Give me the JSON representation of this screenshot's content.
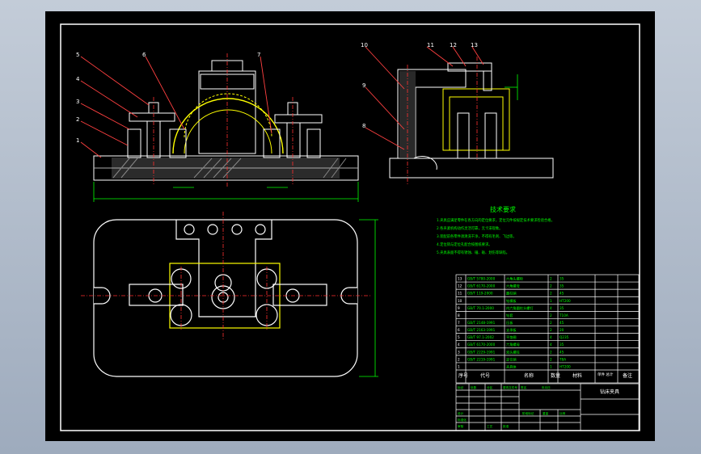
{
  "colors": {
    "background": "#000000",
    "line": "#ffffff",
    "accent_yellow": "#ffff00",
    "accent_red": "#ff3030",
    "accent_green": "#00ff00",
    "accent_cyan": "#00ffff",
    "accent_magenta": "#ff00ff",
    "leader_red": "#ff4040"
  },
  "balloons_left": [
    "5",
    "4",
    "3",
    "2",
    "1",
    "6",
    "7"
  ],
  "balloons_right": [
    "10",
    "9",
    "8",
    "11",
    "12",
    "13"
  ],
  "technical_requirements": {
    "title": "技术要求",
    "lines": [
      "1.夹具应满足零件在各方向的定位要求，定位元件按规定技术要求检验合格。",
      "2.各夹紧机构动作灵活可靠，无卡滞现象。",
      "3.装配前各零件须清洗干净，不得有毛刺、飞边等。",
      "4.定位销与定位孔配合按图纸要求。",
      "5.夹具表面不得有锈蚀、磕、碰、划伤等缺陷。"
    ]
  },
  "bom_header": {
    "no": "序号",
    "code": "代号",
    "name": "名称",
    "qty": "数量",
    "material": "材料",
    "weight": "单件 总计",
    "note": "备注"
  },
  "bom_rows": [
    {
      "no": "13",
      "code": "GB/T 5780-2000",
      "name": "六角头螺栓",
      "qty": "2",
      "material": "35",
      "note": ""
    },
    {
      "no": "12",
      "code": "GB/T 6170-2000",
      "name": "六角螺母",
      "qty": "2",
      "material": "35",
      "note": ""
    },
    {
      "no": "11",
      "code": "GB/T 119-2000",
      "name": "圆柱销",
      "qty": "2",
      "material": "45",
      "note": ""
    },
    {
      "no": "10",
      "code": "",
      "name": "钻模板",
      "qty": "1",
      "material": "HT200",
      "note": ""
    },
    {
      "no": "9",
      "code": "GB/T 70.1-2000",
      "name": "内六角圆柱头螺钉",
      "qty": "4",
      "material": "35",
      "note": ""
    },
    {
      "no": "8",
      "code": "",
      "name": "钻套",
      "qty": "2",
      "material": "T10A",
      "note": ""
    },
    {
      "no": "7",
      "code": "GB/T 2148-1991",
      "name": "压板",
      "qty": "2",
      "material": "45",
      "note": ""
    },
    {
      "no": "6",
      "code": "GB/T 2163-1991",
      "name": "支承板",
      "qty": "2",
      "material": "20",
      "note": ""
    },
    {
      "no": "5",
      "code": "GB/T 97.1-2002",
      "name": "平垫圈",
      "qty": "4",
      "material": "Q235",
      "note": ""
    },
    {
      "no": "4",
      "code": "GB/T 6170-2000",
      "name": "六角螺母",
      "qty": "4",
      "material": "35",
      "note": ""
    },
    {
      "no": "3",
      "code": "GB/T 2229-1991",
      "name": "双头螺柱",
      "qty": "2",
      "material": "45",
      "note": ""
    },
    {
      "no": "2",
      "code": "GB/T 2219-1991",
      "name": "定位销",
      "qty": "2",
      "material": "T8A",
      "note": ""
    },
    {
      "no": "1",
      "code": "",
      "name": "夹具体",
      "qty": "1",
      "material": "HT200",
      "note": ""
    }
  ],
  "title_block": {
    "drawing_name": "钻床夹具",
    "labels": [
      "标记",
      "处数",
      "分区",
      "更改文件号",
      "签名",
      "年月日",
      "设计",
      "标准化",
      "审核",
      "工艺",
      "批准",
      "阶段标记",
      "重量",
      "比例"
    ]
  }
}
